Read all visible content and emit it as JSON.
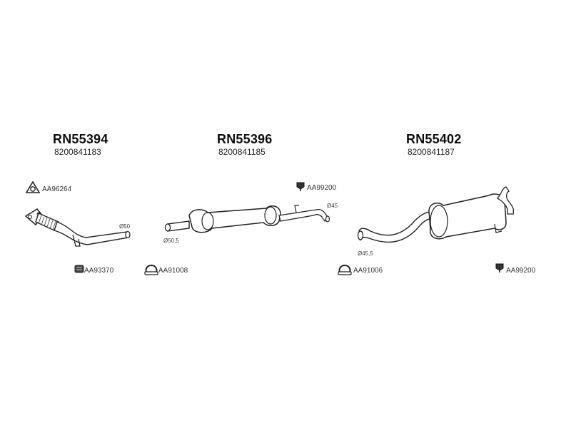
{
  "groups": [
    {
      "code": "RN55394",
      "oem": "8200841183"
    },
    {
      "code": "RN55396",
      "oem": "8200841185"
    },
    {
      "code": "RN55402",
      "oem": "8200841187"
    }
  ],
  "accessories": {
    "gasket": "AA96264",
    "clamp_small": "AA93370",
    "clamp_1": "AA91008",
    "rubber_1": "AA99200",
    "clamp_2": "AA91006",
    "rubber_2": "AA99200"
  },
  "dimensions": {
    "d50": "Ø50",
    "d50_5": "Ø50,5",
    "d45": "Ø45",
    "d45_5": "Ø45,5"
  },
  "colors": {
    "line": "#222222",
    "fill": "#ffffff"
  }
}
